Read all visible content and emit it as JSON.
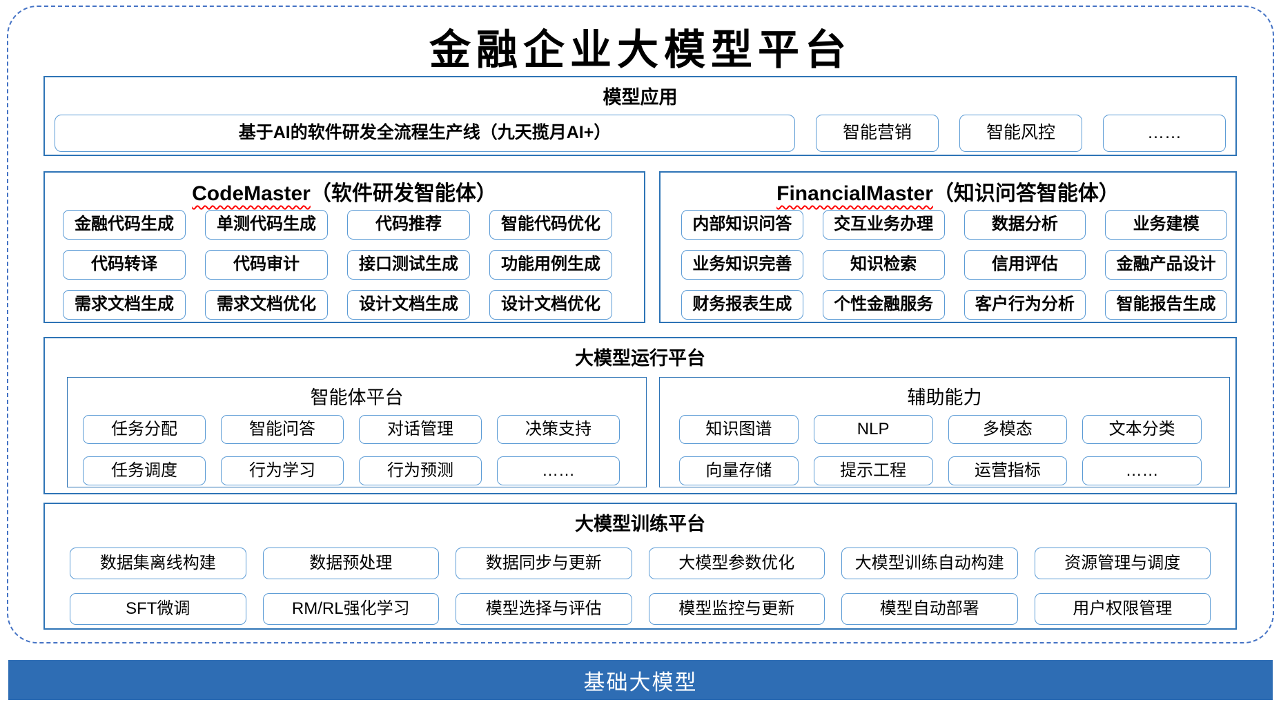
{
  "main_title": "金融企业大模型平台",
  "applications": {
    "title": "模型应用",
    "pipeline": "基于AI的软件研发全流程生产线（九天揽月AI+）",
    "items": [
      "智能营销",
      "智能风控",
      "……"
    ]
  },
  "code_master": {
    "name": "CodeMaster",
    "subtitle": "（软件研发智能体）",
    "items": [
      "金融代码生成",
      "单测代码生成",
      "代码推荐",
      "智能代码优化",
      "代码转译",
      "代码审计",
      "接口测试生成",
      "功能用例生成",
      "需求文档生成",
      "需求文档优化",
      "设计文档生成",
      "设计文档优化"
    ]
  },
  "financial_master": {
    "name": "FinancialMaster",
    "subtitle": "（知识问答智能体）",
    "items": [
      "内部知识问答",
      "交互业务办理",
      "数据分析",
      "业务建模",
      "业务知识完善",
      "知识检索",
      "信用评估",
      "金融产品设计",
      "财务报表生成",
      "个性金融服务",
      "客户行为分析",
      "智能报告生成"
    ]
  },
  "runtime": {
    "title": "大模型运行平台",
    "agent_platform": {
      "title": "智能体平台",
      "items": [
        "任务分配",
        "智能问答",
        "对话管理",
        "决策支持",
        "任务调度",
        "行为学习",
        "行为预测",
        "……"
      ]
    },
    "aux_capabilities": {
      "title": "辅助能力",
      "items": [
        "知识图谱",
        "NLP",
        "多模态",
        "文本分类",
        "向量存储",
        "提示工程",
        "运营指标",
        "……"
      ]
    }
  },
  "training": {
    "title": "大模型训练平台",
    "items": [
      "数据集离线构建",
      "数据预处理",
      "数据同步与更新",
      "大模型参数优化",
      "大模型训练自动构建",
      "资源管理与调度",
      "SFT微调",
      "RM/RL强化学习",
      "模型选择与评估",
      "模型监控与更新",
      "模型自动部署",
      "用户权限管理"
    ]
  },
  "foundation": {
    "title": "基础大模型"
  },
  "colors": {
    "accent_dark": "#2E74B6",
    "accent_light": "#5B9BD5",
    "dashed_border": "#4472C4",
    "foundation_bar": "#2E6DB4",
    "squiggle": "#FF0000"
  }
}
